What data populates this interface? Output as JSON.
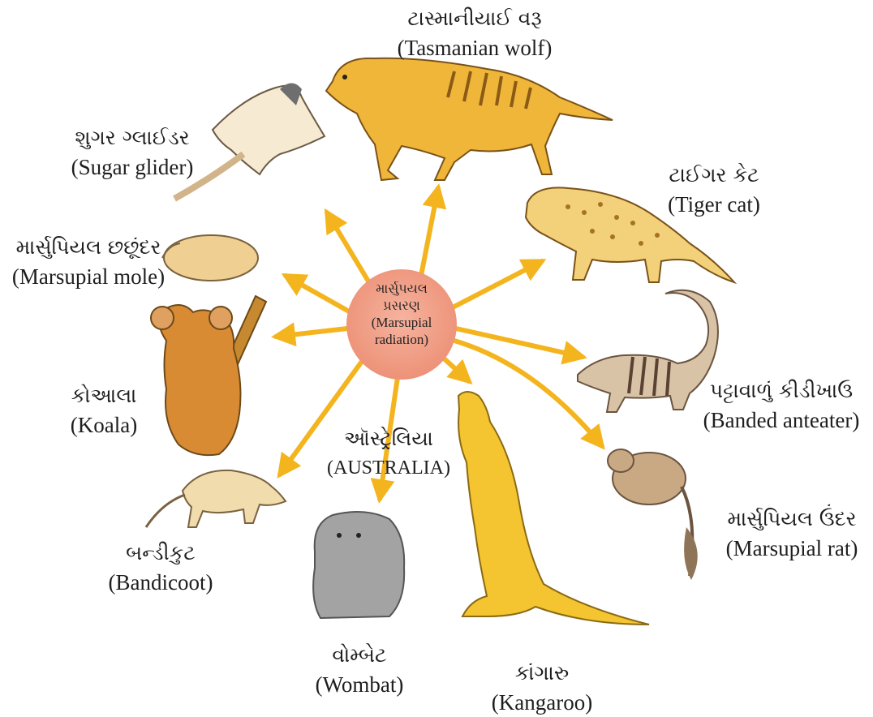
{
  "center": {
    "gu1": "માર્સુપયલ",
    "gu2": "પ્રસરણ",
    "en": "(Marsupial radiation)"
  },
  "region": {
    "gu": "ઑસ્ટ્રેલિયા",
    "en": "(AUSTRALIA)"
  },
  "animals": [
    {
      "gu": "ટાસ્માનીયાઈ વરૂ",
      "en": "(Tasmanian wolf)"
    },
    {
      "gu": "ટાઈગર કેટ",
      "en": "(Tiger cat)"
    },
    {
      "gu": "પટ્ટાવાળું કીડીખાઉ",
      "en": "(Banded anteater)"
    },
    {
      "gu": "માર્સુપિયલ ઉંદર",
      "en": "(Marsupial rat)"
    },
    {
      "gu": "કાંગારુ",
      "en": "(Kangaroo)"
    },
    {
      "gu": "વોમ્બેટ",
      "en": "(Wombat)"
    },
    {
      "gu": "બન્ડીકુટ",
      "en": "(Bandicoot)"
    },
    {
      "gu": "કોઆલા",
      "en": "(Koala)"
    },
    {
      "gu": "માર્સુપિયલ છછૂંદર",
      "en": "(Marsupial mole)"
    },
    {
      "gu": "શુગર ગ્લાઈડર",
      "en": "(Sugar glider)"
    }
  ],
  "colors": {
    "arrow": "#f4b41e",
    "center_fill": "#f2a088",
    "animal_yellow": "#f0b63a",
    "animal_stripe": "#9a6a1c",
    "kangaroo": "#f4c431",
    "koala": "#d98b34",
    "wombat": "#8e8e8e"
  }
}
